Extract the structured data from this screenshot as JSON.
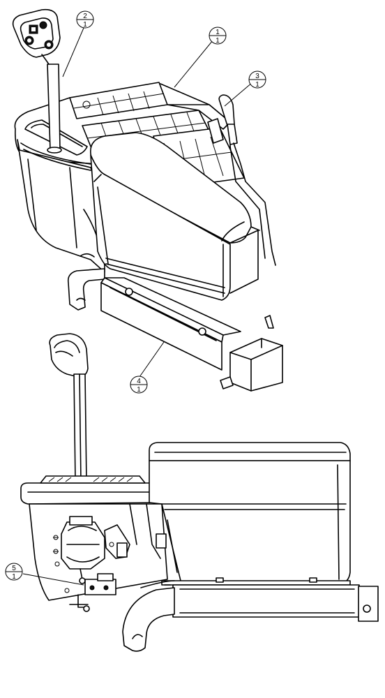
{
  "balloons": [
    {
      "id": "b2",
      "item": "2",
      "qty": "1"
    },
    {
      "id": "b1",
      "item": "1",
      "qty": "1"
    },
    {
      "id": "b3",
      "item": "3",
      "qty": "1"
    },
    {
      "id": "b4",
      "item": "4",
      "qty": "1"
    },
    {
      "id": "b5",
      "item": "5",
      "qty": "1"
    }
  ]
}
